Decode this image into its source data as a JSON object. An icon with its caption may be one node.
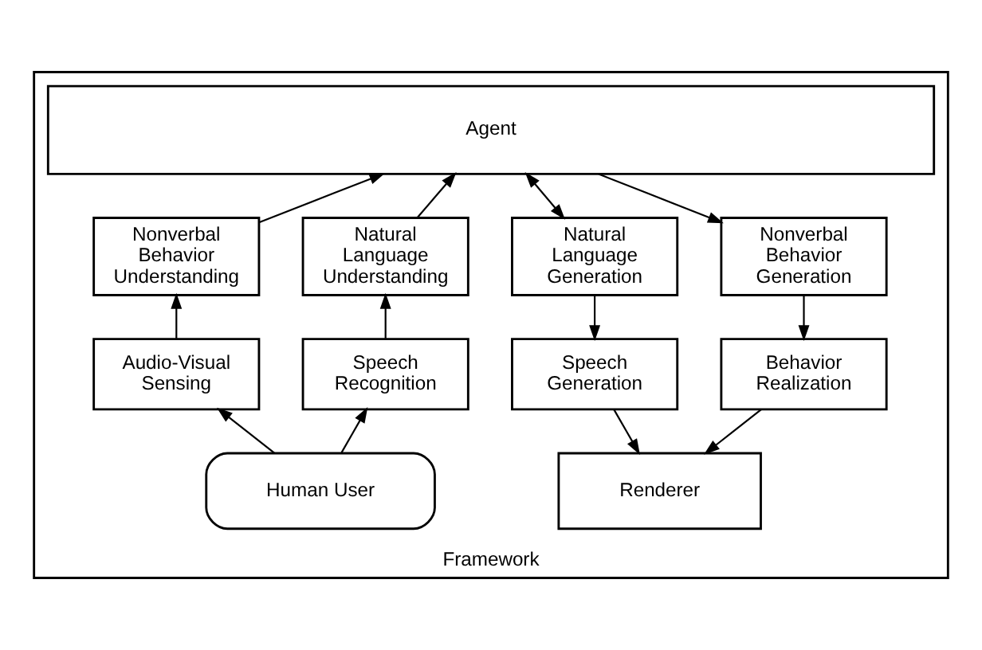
{
  "diagram": {
    "nodes": [
      {
        "text": [
          "Framework"
        ]
      },
      {
        "text": [
          "Agent"
        ],
        "in": 0
      },
      {
        "text": [
          "Nonverbal Behavior Understanding"
        ],
        "in": 0
      },
      {
        "text": [
          "Natural Language Understanding"
        ],
        "in": 0
      },
      {
        "text": [
          "Natural Language Generation"
        ],
        "in": 0
      },
      {
        "text": [
          "Nonverbal Behavior Generation"
        ],
        "in": 0
      },
      {
        "text": [
          "Audio-Visual Sensing"
        ],
        "in": 0
      },
      {
        "text": [
          "Speech Recognition"
        ],
        "in": 0
      },
      {
        "text": [
          "Speech Generation"
        ],
        "in": 0
      },
      {
        "text": [
          "Behavior Realization"
        ],
        "in": 0
      },
      {
        "text": [
          "Human User"
        ],
        "in": 0
      },
      {
        "text": [
          "Renderer"
        ],
        "in": 0
      }
    ],
    "edges": [
      {
        "from": 2,
        "to": 1,
        "arrow": "to"
      },
      {
        "from": 3,
        "to": 1,
        "arrow": "to"
      },
      {
        "from": 4,
        "to": 1,
        "arrow": "both"
      },
      {
        "from": 1,
        "to": 5,
        "arrow": "to"
      },
      {
        "from": 6,
        "to": 2,
        "arrow": "to"
      },
      {
        "from": 7,
        "to": 3,
        "arrow": "to"
      },
      {
        "from": 4,
        "to": 8,
        "arrow": "to"
      },
      {
        "from": 5,
        "to": 9,
        "arrow": "to"
      },
      {
        "from": 10,
        "to": 6,
        "arrow": "to"
      },
      {
        "from": 10,
        "to": 7,
        "arrow": "to"
      },
      {
        "from": 8,
        "to": 11,
        "arrow": "to"
      },
      {
        "from": 9,
        "to": 11,
        "arrow": "to"
      }
    ]
  }
}
